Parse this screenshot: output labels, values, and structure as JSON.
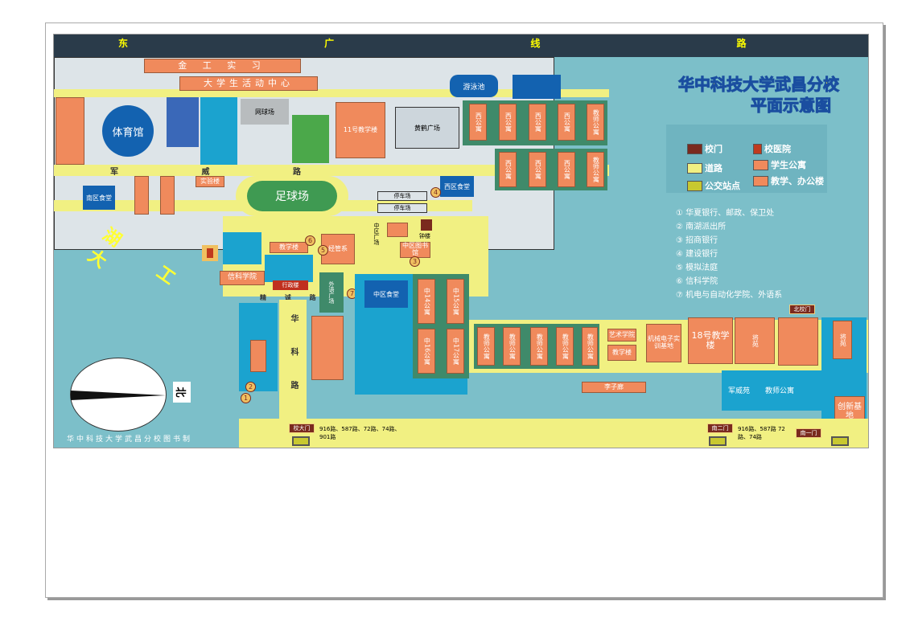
{
  "title": {
    "line1": "华中科技大学武昌分校",
    "line2": "平面示意图"
  },
  "legend": {
    "gate": "校门",
    "hospital": "校医院",
    "road": "道路",
    "student_apartment": "学生公寓",
    "bus_stop": "公交站点",
    "teaching_office": "教学、办公楼"
  },
  "notes": [
    "① 华夏银行、邮政、保卫处",
    "② 南湖派出所",
    "③ 招商银行",
    "④ 建设银行",
    "⑤ 模拟法庭",
    "⑥ 信科学院",
    "⑦ 机电与自动化学院、外语系"
  ],
  "roads": {
    "top": "东 广 线 路",
    "junwei": "军 威 路",
    "huake": "华 科 路",
    "jingcheng": "精 诚 路",
    "lake": "湖 工 大"
  },
  "buildings": {
    "jingong": "金 工 实 习",
    "activity": "大学生活动中心",
    "gym": "体育馆",
    "tennis": "网球场",
    "teach11": "11号教学楼",
    "huangjin": "黄鹤广场",
    "pool": "游泳池",
    "football": "足球场",
    "south_canteen": "南区食堂",
    "west_canteen": "西区食堂",
    "mid_canteen": "中区食堂",
    "parking1": "停车场",
    "parking2": "停车场",
    "library": "中区图书馆",
    "clock": "钟楼",
    "mid_square": "中区广场",
    "teach_bldg": "教学楼",
    "admin": "行政楼",
    "xinke": "信科学院",
    "waiyu": "外语广场",
    "jingguan": "经管系",
    "art": "艺术学院",
    "teach_bldg2": "教学楼",
    "jixie": "机械电子实训基地",
    "teach18": "18号教学楼",
    "libo": "李子廊",
    "junwei_yuan": "军威苑",
    "teacher_apt": "教师公寓",
    "chuangxin": "创新基地",
    "jiangyuan": "将苑",
    "north_gate": "北校门",
    "main_gate": "校大门",
    "south2": "南二门",
    "south1": "南一门",
    "dorm_t": "教师公寓",
    "dorm_w": "西公寓",
    "m14": "中14公寓",
    "m15": "中15公寓",
    "m16": "中16公寓",
    "m17": "中17公寓",
    "experiment": "实验楼"
  },
  "bus": {
    "main": "916路、587路、72路、74路、901路",
    "south2": "916路、587路 72路、74路"
  },
  "north": "北",
  "credit": "华中科技大学武昌分校图书制",
  "circles": [
    "1",
    "2",
    "3",
    "4",
    "5",
    "6",
    "7"
  ]
}
